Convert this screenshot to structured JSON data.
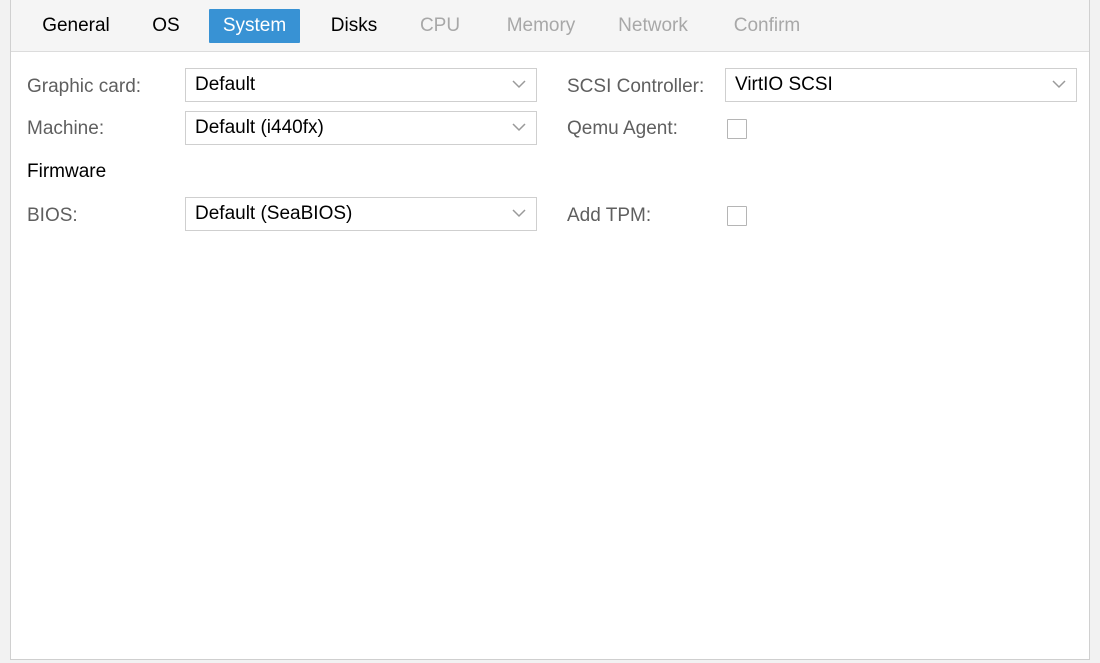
{
  "tabs": [
    {
      "label": "General",
      "state": "normal"
    },
    {
      "label": "OS",
      "state": "normal"
    },
    {
      "label": "System",
      "state": "active"
    },
    {
      "label": "Disks",
      "state": "normal"
    },
    {
      "label": "CPU",
      "state": "disabled"
    },
    {
      "label": "Memory",
      "state": "disabled"
    },
    {
      "label": "Network",
      "state": "disabled"
    },
    {
      "label": "Confirm",
      "state": "disabled"
    }
  ],
  "form": {
    "graphic_card": {
      "label": "Graphic card:",
      "value": "Default"
    },
    "machine": {
      "label": "Machine:",
      "value": "Default (i440fx)"
    },
    "firmware_heading": "Firmware",
    "bios": {
      "label": "BIOS:",
      "value": "Default (SeaBIOS)"
    },
    "scsi_controller": {
      "label": "SCSI Controller:",
      "value": "VirtIO SCSI"
    },
    "qemu_agent": {
      "label": "Qemu Agent:",
      "checked": false
    },
    "add_tpm": {
      "label": "Add TPM:",
      "checked": false
    }
  },
  "icons": {
    "combo_trigger": "chevron-down-icon"
  },
  "colors": {
    "active_tab": "#3892d4",
    "disabled_text": "#a8a8a8",
    "label_text": "#5f5f5f"
  }
}
